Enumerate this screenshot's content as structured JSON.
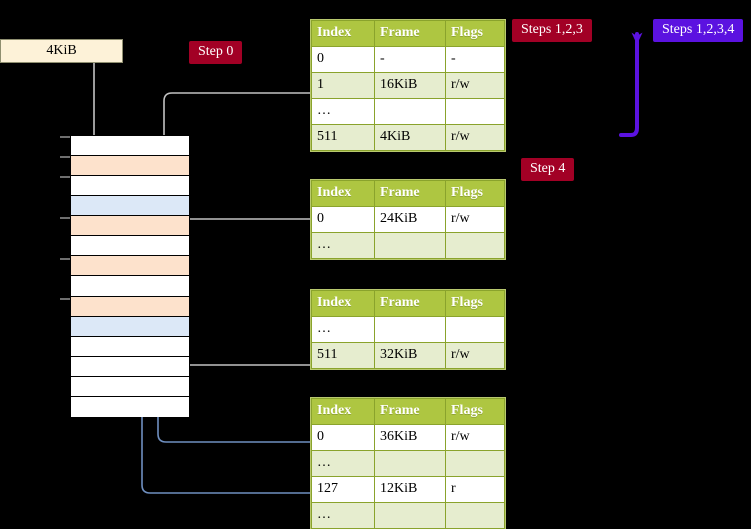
{
  "diagram": {
    "title": "Multi-level page table walk",
    "background_color": "#000000"
  },
  "labels": {
    "kib_box": "4KiB",
    "step0": "Step 0",
    "step4": "Step 4",
    "steps123": "Steps 1,2,3",
    "steps1234": "Steps 1,2,3,4"
  },
  "colors": {
    "badge_red": "#a20025",
    "badge_purple": "#5b12e0",
    "table_header": "#aec641",
    "table_alt_row": "#e6edcf",
    "table_highlight": "#fbf47a",
    "mem_orange": "#fde2cc",
    "mem_blue": "#dce8f7",
    "kib_box_fill": "#fdf2d8",
    "connector_gray": "#b0b0b0",
    "connector_blue": "#6f8fc0"
  },
  "memory": {
    "name": "physical-memory-column",
    "rows": [
      {
        "fill": "white"
      },
      {
        "fill": "orange"
      },
      {
        "fill": "white"
      },
      {
        "fill": "blue"
      },
      {
        "fill": "orange"
      },
      {
        "fill": "white"
      },
      {
        "fill": "orange"
      },
      {
        "fill": "white"
      },
      {
        "fill": "orange"
      },
      {
        "fill": "blue"
      },
      {
        "fill": "white"
      },
      {
        "fill": "white"
      },
      {
        "fill": "white"
      },
      {
        "fill": "white"
      }
    ]
  },
  "tables": [
    {
      "name": "page-table-level-0",
      "headers": [
        "Index",
        "Frame",
        "Flags"
      ],
      "rows": [
        {
          "style": "plain",
          "cells": [
            "0",
            "-",
            "-"
          ],
          "highlight": [
            false,
            false,
            false
          ]
        },
        {
          "style": "alt",
          "cells": [
            "1",
            "16KiB",
            "r/w"
          ],
          "highlight": [
            false,
            false,
            false
          ]
        },
        {
          "style": "plain",
          "cells": [
            "…",
            "",
            ""
          ],
          "highlight": [
            false,
            false,
            false
          ]
        },
        {
          "style": "alt",
          "cells": [
            "511",
            "4KiB",
            "r/w"
          ],
          "highlight": [
            true,
            true,
            true
          ]
        }
      ]
    },
    {
      "name": "page-table-level-1",
      "headers": [
        "Index",
        "Frame",
        "Flags"
      ],
      "rows": [
        {
          "style": "plain",
          "cells": [
            "0",
            "24KiB",
            "r/w"
          ],
          "highlight": [
            false,
            false,
            false
          ]
        },
        {
          "style": "alt",
          "cells": [
            "…",
            "",
            ""
          ],
          "highlight": [
            false,
            false,
            false
          ]
        }
      ]
    },
    {
      "name": "page-table-level-2",
      "headers": [
        "Index",
        "Frame",
        "Flags"
      ],
      "rows": [
        {
          "style": "plain",
          "cells": [
            "…",
            "",
            ""
          ],
          "highlight": [
            false,
            false,
            false
          ]
        },
        {
          "style": "alt",
          "cells": [
            "511",
            "32KiB",
            "r/w"
          ],
          "highlight": [
            false,
            false,
            false
          ]
        }
      ]
    },
    {
      "name": "page-table-level-3",
      "headers": [
        "Index",
        "Frame",
        "Flags"
      ],
      "rows": [
        {
          "style": "plain",
          "cells": [
            "0",
            "36KiB",
            "r/w"
          ],
          "highlight": [
            false,
            false,
            false
          ]
        },
        {
          "style": "alt",
          "cells": [
            "…",
            "",
            ""
          ],
          "highlight": [
            false,
            false,
            false
          ]
        },
        {
          "style": "plain",
          "cells": [
            "127",
            "12KiB",
            "r"
          ],
          "highlight": [
            false,
            false,
            false
          ]
        },
        {
          "style": "alt",
          "cells": [
            "…",
            "",
            ""
          ],
          "highlight": [
            false,
            false,
            false
          ]
        }
      ]
    }
  ]
}
